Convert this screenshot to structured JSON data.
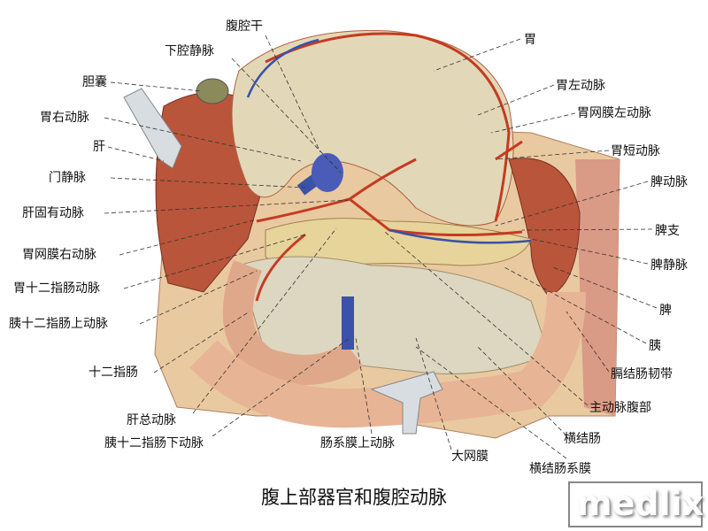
{
  "title": "腹上部器官和腹腔动脉",
  "watermark": "medlix",
  "labels": {
    "celiac_trunk": "腹腔干",
    "ivc": "下腔静脉",
    "gallbladder": "胆囊",
    "right_gastric_artery": "胃右动脉",
    "liver": "肝",
    "portal_vein": "门静脉",
    "proper_hepatic_artery": "肝固有动脉",
    "right_gastroepiploic_artery": "胃网膜右动脉",
    "gastroduodenal_artery": "胃十二指肠动脉",
    "superior_pancreaticoduodenal_artery": "胰十二指肠上动脉",
    "duodenum": "十二指肠",
    "common_hepatic_artery": "肝总动脉",
    "inferior_pancreaticoduodenal_artery": "胰十二指肠下动脉",
    "superior_mesenteric_artery": "肠系膜上动脉",
    "greater_omentum": "大网膜",
    "transverse_mesocolon": "横结肠系膜",
    "transverse_colon": "横结肠",
    "abdominal_aorta": "主动脉腹部",
    "phrenicocolic_ligament": "膈结肠韧带",
    "pancreas": "胰",
    "spleen": "脾",
    "splenic_vein": "脾静脉",
    "splenic_branches": "脾支",
    "splenic_artery": "脾动脉",
    "short_gastric_arteries": "胃短动脉",
    "left_gastroepiploic_artery": "胃网膜左动脉",
    "left_gastric_artery": "胃左动脉",
    "stomach": "胃"
  }
}
